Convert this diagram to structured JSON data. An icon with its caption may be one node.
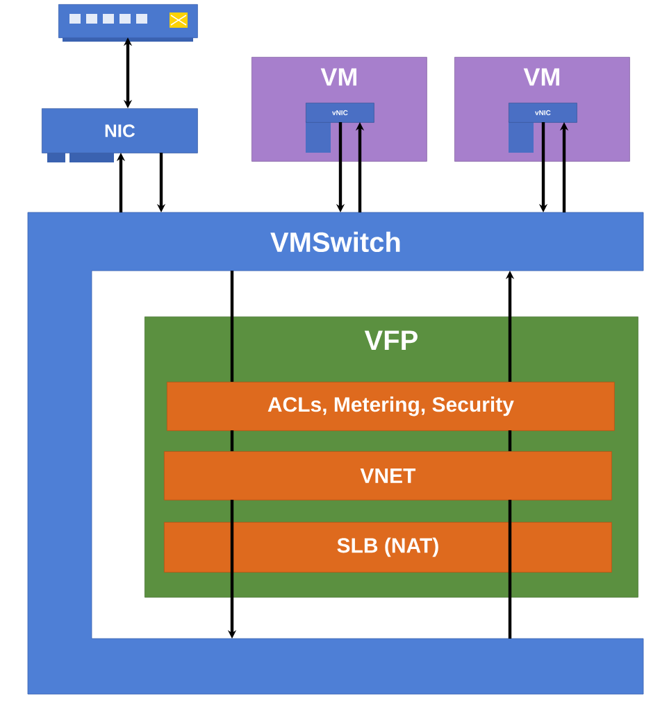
{
  "diagram": {
    "nodes": [
      {
        "text": [],
        "shape": "box"
      },
      {
        "text": [
          "NIC"
        ]
      },
      {
        "text": [
          "VM"
        ]
      },
      {
        "text": [
          "vNIC"
        ],
        "in": 2
      },
      {
        "text": [
          "VM"
        ]
      },
      {
        "text": [
          "vNIC"
        ],
        "in": 4
      },
      {
        "text": [
          "VMSwitch"
        ]
      },
      {
        "text": [
          "VFP"
        ],
        "in": 6
      },
      {
        "text": [
          "ACLs, Metering, Security"
        ],
        "in": 7
      },
      {
        "text": [
          "VNET"
        ],
        "in": 7
      },
      {
        "text": [
          "SLB (NAT)"
        ],
        "in": 7
      }
    ],
    "edges": [
      {
        "from": 0,
        "to": 1,
        "arrow": "both"
      },
      {
        "from": 6,
        "to": 1,
        "arrow": "to"
      },
      {
        "from": 1,
        "to": 6,
        "arrow": "to"
      },
      {
        "from": 3,
        "to": 6,
        "arrow": "to"
      },
      {
        "from": 6,
        "to": 3,
        "arrow": "to"
      },
      {
        "from": 5,
        "to": 6,
        "arrow": "to"
      },
      {
        "from": 6,
        "to": 5,
        "arrow": "to"
      },
      {
        "from": 6,
        "to": 8,
        "arrow": "none"
      },
      {
        "from": 8,
        "to": 9,
        "arrow": "none"
      },
      {
        "from": 9,
        "to": 10,
        "arrow": "none"
      },
      {
        "from": 10,
        "to": 6,
        "arrow": "to"
      },
      {
        "from": 6,
        "to": 10,
        "arrow": "none"
      },
      {
        "from": 10,
        "to": 9,
        "arrow": "none"
      },
      {
        "from": 9,
        "to": 8,
        "arrow": "none"
      },
      {
        "from": 8,
        "to": 6,
        "arrow": "to"
      }
    ]
  }
}
